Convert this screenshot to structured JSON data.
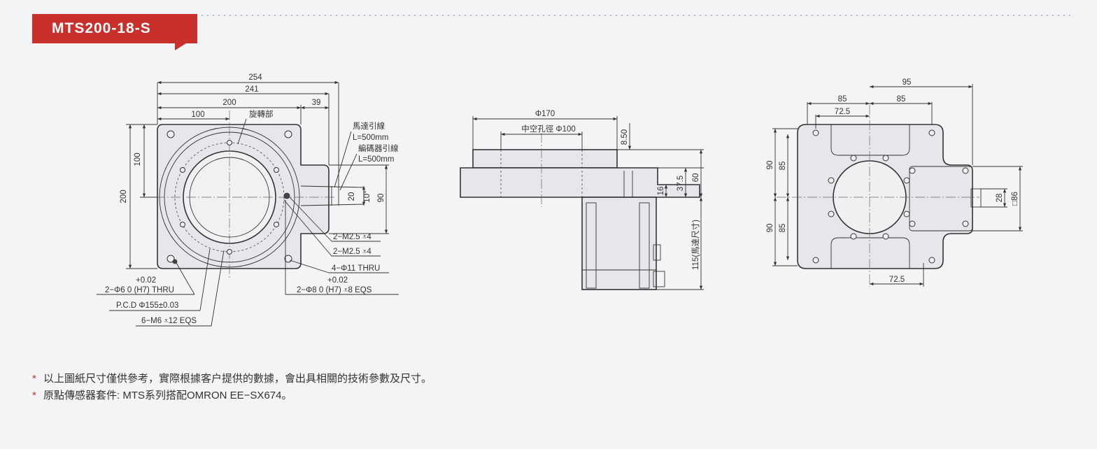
{
  "model": "MTS200-18-S",
  "top_view": {
    "dims": {
      "w254": "254",
      "w241": "241",
      "w200": "200",
      "w39": "39",
      "w100": "100",
      "h100": "100",
      "h200": "200",
      "h20": "20",
      "a10": "10°",
      "h90": "90"
    },
    "labels": {
      "rotor": "旋轉部",
      "motor_lead": "馬達引線",
      "motor_lead_len": "L=500mm",
      "encoder_lead": "編碼器引線",
      "encoder_lead_len": "L=500mm",
      "m25_a": "2−M2.5",
      "m25_a_depth": "4",
      "m25_b": "2−M2.5",
      "m25_b_depth": "4",
      "thru11": "4−Φ11 THRU",
      "tol_a": "+0.02",
      "phi6": "2−Φ6",
      "phi6_fit": "0 (H7) THRU",
      "tol_b": "+0.02",
      "phi8": "2−Φ8",
      "phi8_fit": "0 (H7)",
      "phi8_depth": "8 EQS",
      "pcd": "P.C.D  Φ155±0.03",
      "m6": "6−M6",
      "m6_depth": "12 EQS"
    }
  },
  "side_view": {
    "dims": {
      "d170": "Φ170",
      "hollow": "中空孔徑  Φ100",
      "h850": "8.50",
      "h16": "16",
      "h375": "37.5",
      "h60": "60",
      "h115": "115(馬達尺寸)"
    }
  },
  "bottom_view": {
    "dims": {
      "w95": "95",
      "w85a": "85",
      "w85b": "85",
      "w725": "72.5",
      "w725b": "72.5",
      "h90a": "90",
      "h85a": "85",
      "h90b": "90",
      "h85b": "85",
      "h28": "28",
      "sq86": "□86"
    }
  },
  "notes": [
    "以上圖紙尺寸僅供參考，實際根據客户提供的數據，會出具相關的技術參數及尺寸。",
    "原點傳感器套件: MTS系列搭配OMRON EE−SX674。"
  ],
  "colors": {
    "accent": "#c9302c",
    "background": "#f3f4f6"
  }
}
